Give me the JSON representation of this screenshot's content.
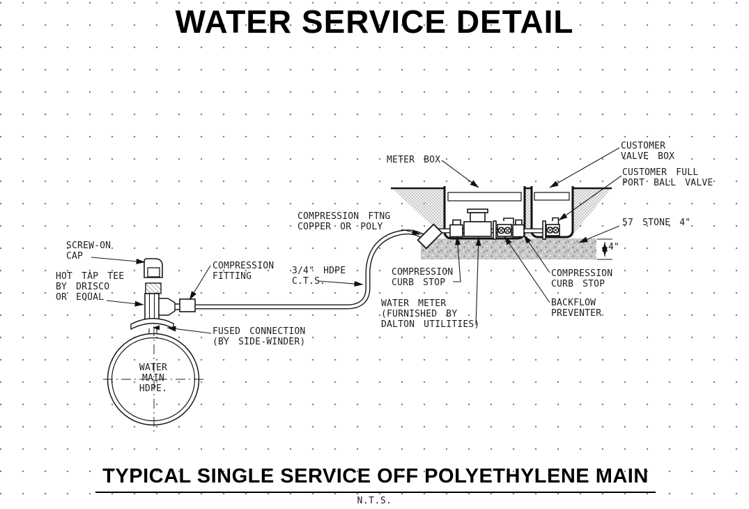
{
  "title": "WATER SERVICE DETAIL",
  "footer": {
    "subtitle": "TYPICAL SINGLE SERVICE OFF POLYETHYLENE MAIN",
    "scale": "N.T.S."
  },
  "labels": {
    "meter_box": "METER BOX",
    "customer_valve_box": "CUSTOMER\nVALVE BOX",
    "customer_ball_valve": "CUSTOMER FULL\nPORT BALL VALVE",
    "stone": "57 STONE 4\"",
    "stone_depth": "4\"",
    "compression_ftng": "COMPRESSION FTNG\nCOPPER OR POLY",
    "service_tubing": "3/4\" HDPE\nC.T.S.",
    "screw_on_cap": "SCREW-ON\nCAP",
    "hot_tap_tee": "HOT TAP TEE\nBY DRISCO\nOR EQUAL",
    "compression_fitting": "COMPRESSION\nFITTING",
    "fused_connection": "FUSED CONNECTION\n(BY SIDE-WINDER)",
    "curb_stop_meter": "COMPRESSION\nCURB STOP",
    "water_meter": "WATER METER\n(FURNISHED BY\nDALTON UTILITIES)",
    "curb_stop_customer": "COMPRESSION\nCURB STOP",
    "backflow_preventer": "BACKFLOW\nPREVENTER",
    "water_main": "WATER\nMAIN\nHDPE."
  },
  "colors": {
    "ink": "#1a1a1a",
    "earth_hatch": "#9e9e9e",
    "stone_fill": "#c9c9c9",
    "stone_speck": "#8d8d8d",
    "grid_dot": "#7a7a7a",
    "background": "#ffffff"
  }
}
